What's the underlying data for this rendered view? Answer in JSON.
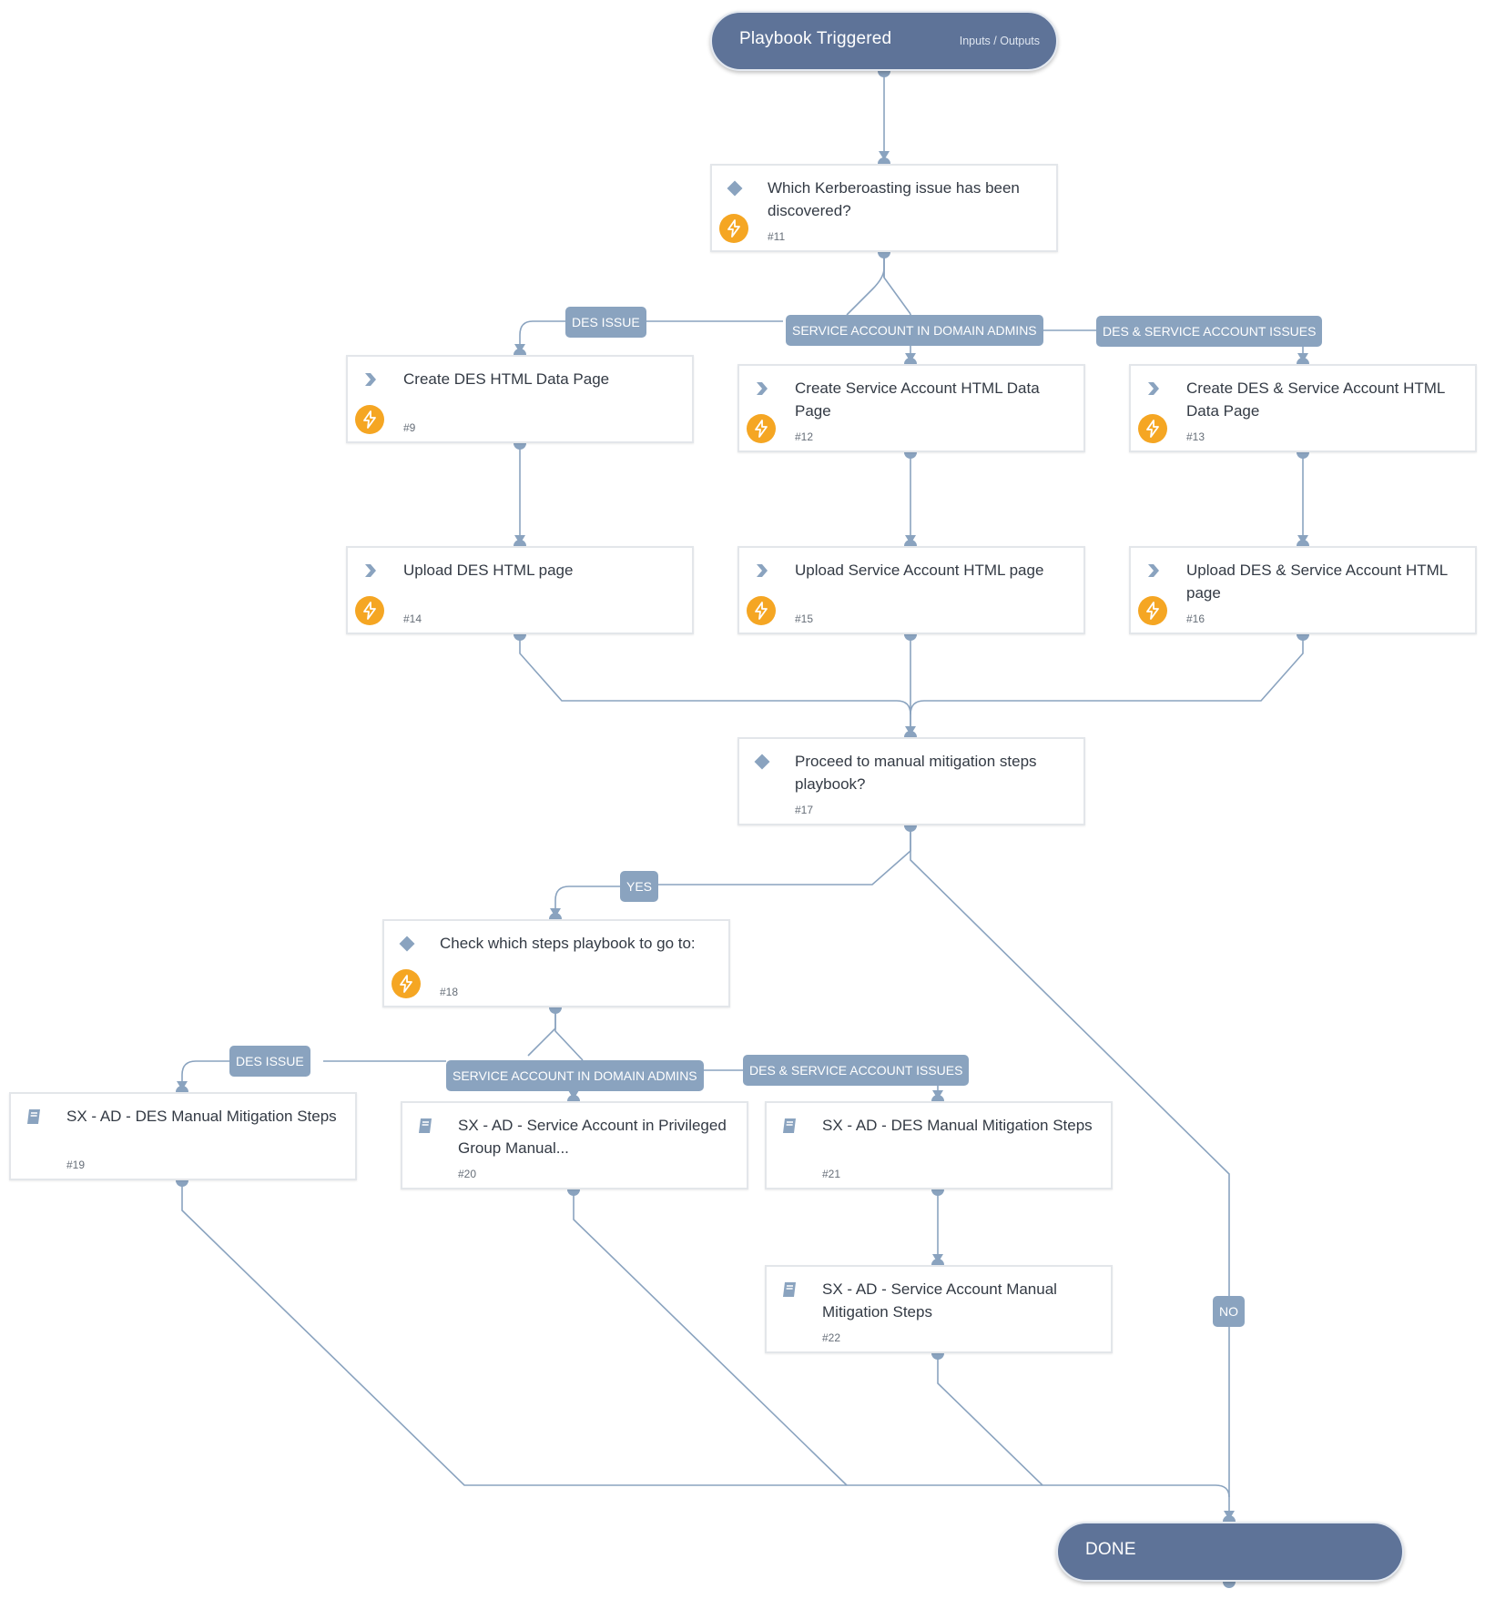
{
  "start": {
    "title": "Playbook Triggered",
    "io_label": "Inputs / Outputs"
  },
  "end": {
    "title": "DONE"
  },
  "tasks": {
    "t11": {
      "name": "Which Kerberoasting issue has been discovered?",
      "num": "#11",
      "kind": "condition",
      "icon": "diamond-icon",
      "auto": true
    },
    "t9": {
      "name": "Create DES HTML Data Page",
      "num": "#9",
      "kind": "regular",
      "icon": "chevron-icon",
      "auto": true
    },
    "t12": {
      "name": "Create Service Account HTML Data Page",
      "num": "#12",
      "kind": "regular",
      "icon": "chevron-icon",
      "auto": true
    },
    "t13": {
      "name": "Create DES & Service Account HTML Data Page",
      "num": "#13",
      "kind": "regular",
      "icon": "chevron-icon",
      "auto": true
    },
    "t14": {
      "name": "Upload DES HTML page",
      "num": "#14",
      "kind": "regular",
      "icon": "chevron-icon",
      "auto": true
    },
    "t15": {
      "name": "Upload Service Account HTML page",
      "num": "#15",
      "kind": "regular",
      "icon": "chevron-icon",
      "auto": true
    },
    "t16": {
      "name": "Upload DES & Service Account HTML page",
      "num": "#16",
      "kind": "regular",
      "icon": "chevron-icon",
      "auto": true
    },
    "t17": {
      "name": "Proceed to manual mitigation steps playbook?",
      "num": "#17",
      "kind": "condition",
      "icon": "diamond-icon",
      "auto": false
    },
    "t18": {
      "name": "Check which steps playbook to go to:",
      "num": "#18",
      "kind": "condition",
      "icon": "diamond-icon",
      "auto": true
    },
    "t19": {
      "name": "SX - AD - DES Manual Mitigation Steps",
      "num": "#19",
      "kind": "playbook",
      "icon": "book-icon",
      "auto": false
    },
    "t20": {
      "name": "SX - AD - Service Account in Privileged Group Manual...",
      "num": "#20",
      "kind": "playbook",
      "icon": "book-icon",
      "auto": false
    },
    "t21": {
      "name": "SX - AD - DES Manual Mitigation Steps",
      "num": "#21",
      "kind": "playbook",
      "icon": "book-icon",
      "auto": false
    },
    "t22": {
      "name": "SX - AD - Service Account Manual Mitigation Steps",
      "num": "#22",
      "kind": "playbook",
      "icon": "book-icon",
      "auto": false
    }
  },
  "branch_labels": {
    "l_des_1": "DES ISSUE",
    "l_sa_1": "SERVICE ACCOUNT IN DOMAIN ADMINS",
    "l_both_1": "DES & SERVICE ACCOUNT ISSUES",
    "l_yes": "YES",
    "l_no": "NO",
    "l_des_2": "DES ISSUE",
    "l_sa_2": "SERVICE ACCOUNT IN DOMAIN ADMINS",
    "l_both_2": "DES & SERVICE ACCOUNT ISSUES"
  },
  "colors": {
    "pill": "#5e7398",
    "connector": "#8aa3bf",
    "automation_badge": "#f5a623",
    "task_border": "#e3e6ea",
    "text": "#333a44"
  }
}
